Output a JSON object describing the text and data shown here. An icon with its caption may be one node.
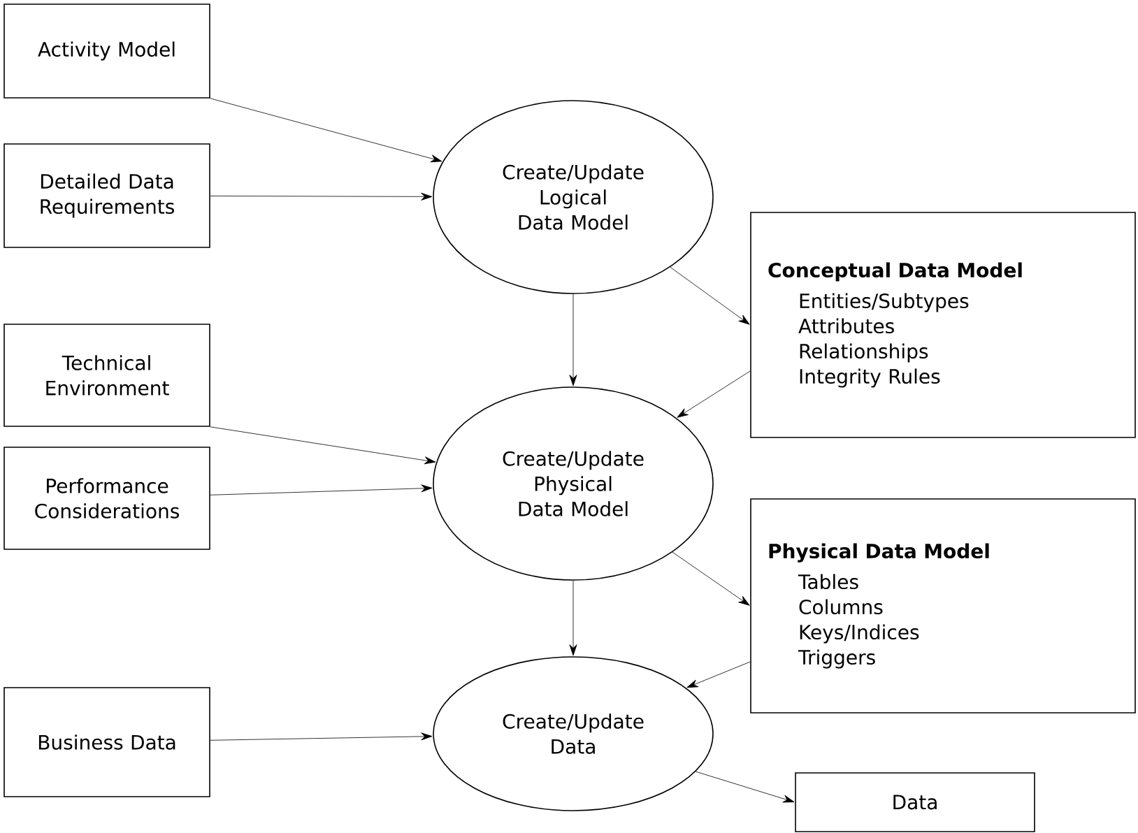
{
  "diagram": {
    "nodes": [
      {
        "text": [
          "Activity Model"
        ]
      },
      {
        "text": [
          "Detailed Data Requirements"
        ]
      },
      {
        "text": [
          "Create/Update Logical Data Model"
        ]
      },
      {
        "text": [
          "Conceptual Data Model",
          "Entities/Subtypes",
          "Attributes",
          "Relationships",
          "Integrity Rules"
        ]
      },
      {
        "text": [
          "Technical Environment"
        ]
      },
      {
        "text": [
          "Create/Update Physical Data Model"
        ]
      },
      {
        "text": [
          "Performance Considerations"
        ]
      },
      {
        "text": [
          "Physical Data Model",
          "Tables",
          "Columns",
          "Keys/Indices",
          "Triggers"
        ]
      },
      {
        "text": [
          "Business Data"
        ]
      },
      {
        "text": [
          "Create/Update Data"
        ]
      },
      {
        "text": [
          "Data"
        ]
      }
    ],
    "edges": [
      {
        "from": 0,
        "to": 2,
        "arrow": "to"
      },
      {
        "from": 1,
        "to": 2,
        "arrow": "to"
      },
      {
        "from": 2,
        "to": 3,
        "arrow": "to"
      },
      {
        "from": 2,
        "to": 5,
        "arrow": "to"
      },
      {
        "from": 3,
        "to": 5,
        "arrow": "to"
      },
      {
        "from": 4,
        "to": 5,
        "arrow": "to"
      },
      {
        "from": 6,
        "to": 5,
        "arrow": "to"
      },
      {
        "from": 5,
        "to": 7,
        "arrow": "to"
      },
      {
        "from": 5,
        "to": 9,
        "arrow": "to"
      },
      {
        "from": 7,
        "to": 9,
        "arrow": "to"
      },
      {
        "from": 8,
        "to": 9,
        "arrow": "to"
      },
      {
        "from": 9,
        "to": 10,
        "arrow": "to"
      }
    ]
  }
}
